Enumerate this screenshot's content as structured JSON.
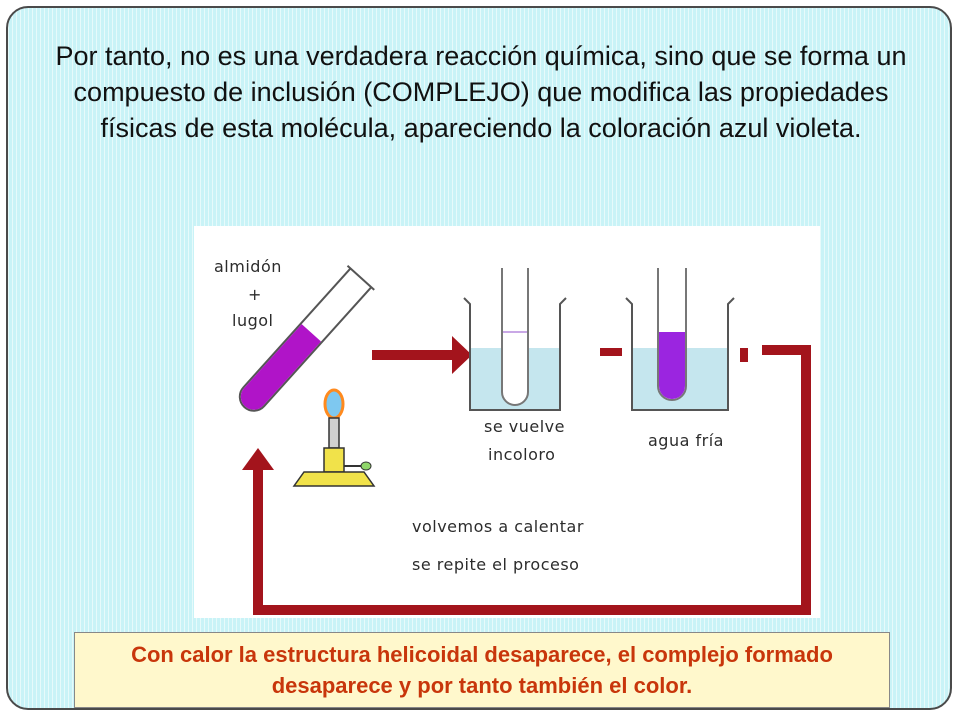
{
  "slide": {
    "main_text": "Por tanto, no es una verdadera reacción química, sino que se forma un compuesto de inclusión (COMPLEJO) que modifica las propiedades físicas de esta molécula, apareciendo la coloración azul violeta.",
    "note": "Con calor la estructura helicoidal desaparece, el complejo formado desaparece  y por tanto también el color."
  },
  "figure": {
    "label_almidon": "almidón",
    "label_plus": "+",
    "label_lugol": "lugol",
    "label_se_vuelve": "se vuelve",
    "label_incoloro": "incoloro",
    "label_agua_fria": "agua fría",
    "label_volvemos": "volvemos a calentar",
    "label_repite": "se repite el proceso"
  },
  "colors": {
    "background": "#c9f3f7",
    "arrow": "#a3141c",
    "violet_solution": "#b014c8",
    "water": "#c5e6ee",
    "note_text": "#c8360b",
    "note_background": "#fff8cc"
  }
}
